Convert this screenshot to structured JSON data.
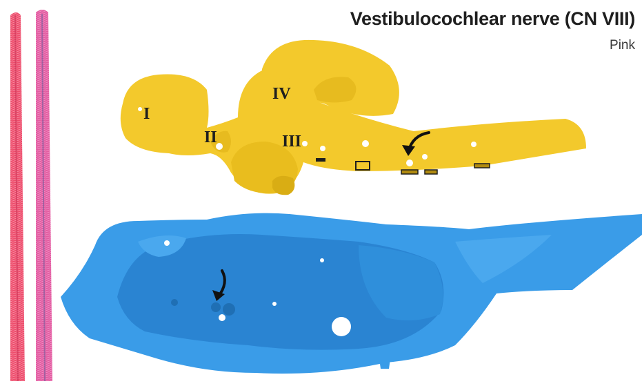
{
  "title": "Vestibulocochlear nerve (CN VIII)",
  "subtitle": "Pink",
  "colors": {
    "brain": "#f3c92c",
    "brain_shade": "#d9ad14",
    "skull": "#3a9ce8",
    "skull_shade": "#2a7fc9",
    "pipe_cleaner_red": "#ee4c6b",
    "pipe_cleaner_pink": "#e25ca0",
    "label_ink": "#1e1e1e"
  },
  "brain_labels": [
    "I",
    "II",
    "IV",
    "III"
  ],
  "icons": [
    "curved-arrow-icon",
    "curved-arrow-icon"
  ]
}
